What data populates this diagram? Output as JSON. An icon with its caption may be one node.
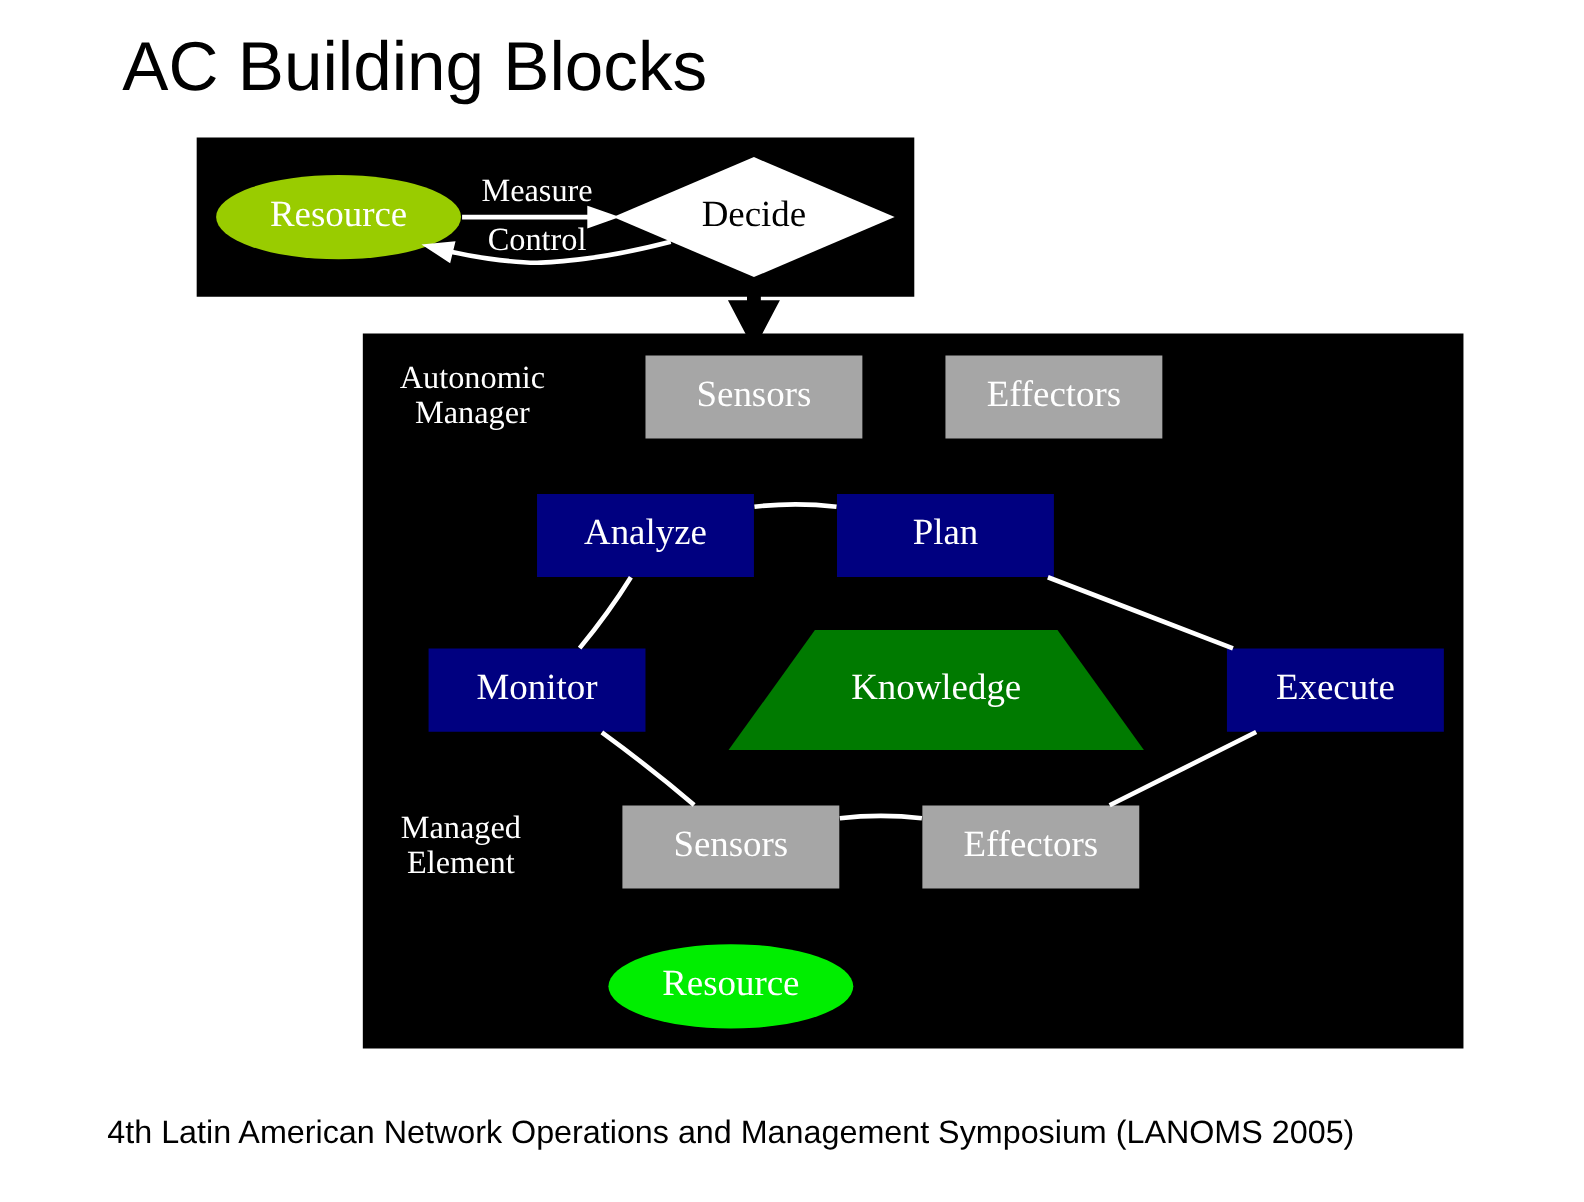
{
  "diagram": {
    "title": "AC Building Blocks",
    "caption": "4th Latin American Network Operations and Management Symposium (LANOMS 2005)",
    "nodes": [
      {
        "text": [],
        "shape": "box"
      },
      {
        "text": [
          "Decide"
        ],
        "in": 0
      },
      {
        "text": [
          "Resource"
        ],
        "in": 0
      },
      {
        "text": [],
        "shape": "box"
      },
      {
        "text": [
          "Sensors"
        ],
        "in": 3
      },
      {
        "text": [
          "Effectors"
        ],
        "in": 3
      },
      {
        "text": [
          "Analyze"
        ],
        "in": 3
      },
      {
        "text": [
          "Plan"
        ],
        "in": 3
      },
      {
        "text": [
          "Monitor"
        ],
        "in": 3
      },
      {
        "text": [
          "Knowledge"
        ],
        "in": 3
      },
      {
        "text": [
          "Execute"
        ],
        "in": 3
      },
      {
        "text": [
          "Sensors"
        ],
        "in": 3
      },
      {
        "text": [
          "Effectors"
        ],
        "in": 3
      },
      {
        "text": [
          "Resource"
        ],
        "in": 3
      }
    ],
    "edges": [
      {
        "from": 2,
        "to": 1,
        "arrow": "to",
        "label": "Measure"
      },
      {
        "from": 1,
        "to": 2,
        "arrow": "to",
        "label": "Control"
      },
      {
        "from": 0,
        "to": 3,
        "arrow": "to",
        "style": "thick",
        "color": "#000000"
      },
      {
        "from": 8,
        "to": 6,
        "arrow": "none"
      },
      {
        "from": 6,
        "to": 7,
        "arrow": "none"
      },
      {
        "from": 7,
        "to": 10,
        "arrow": "none"
      },
      {
        "from": 10,
        "to": 12,
        "arrow": "none"
      },
      {
        "from": 12,
        "to": 11,
        "arrow": "none"
      },
      {
        "from": 11,
        "to": 8,
        "arrow": "none"
      }
    ],
    "labels": [
      "Autonomic Manager",
      "Managed Element"
    ]
  }
}
